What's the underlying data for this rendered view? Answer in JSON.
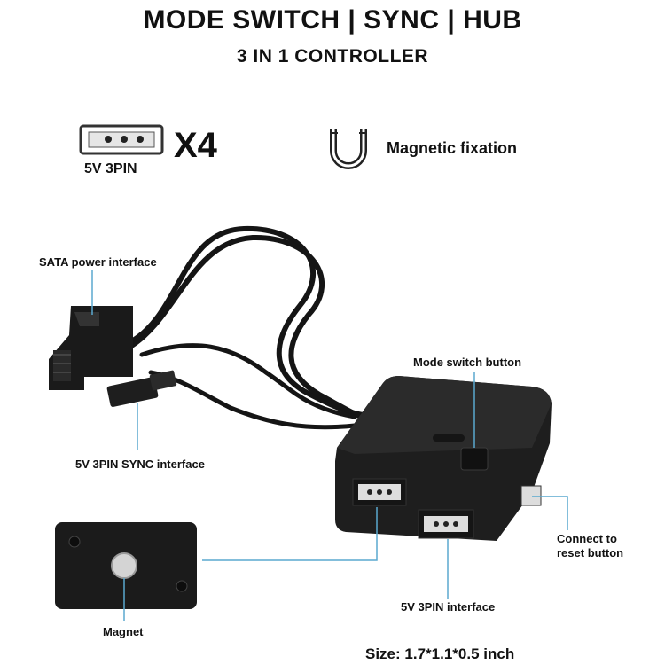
{
  "header": {
    "title": "MODE SWITCH | SYNC | HUB",
    "subtitle": "3 IN 1 CONTROLLER"
  },
  "features": {
    "pin_label": "5V 3PIN",
    "pin_count": "X4",
    "magnet_feature": "Magnetic fixation"
  },
  "callouts": {
    "sata": "SATA power interface",
    "sync": "5V 3PIN SYNC interface",
    "mode_button": "Mode switch button",
    "reset": "Connect to\nreset button",
    "pin_interface": "5V 3PIN interface",
    "magnet": "Magnet"
  },
  "footer": {
    "size": "Size: 1.7*1.1*0.5 inch"
  },
  "colors": {
    "leader": "#5aa9cf",
    "device": "#1e1e1e",
    "cable": "#151515"
  }
}
